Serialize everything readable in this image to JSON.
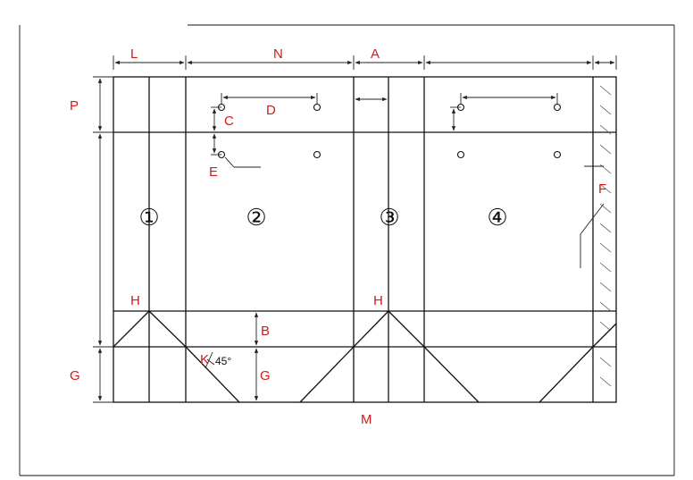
{
  "labels": {
    "L": "L",
    "N": "N",
    "A": "A",
    "P": "P",
    "D": "D",
    "C": "C",
    "E": "E",
    "F": "F",
    "H1": "H",
    "H2": "H",
    "B": "B",
    "K": "K",
    "G_left": "G",
    "G_inner": "G",
    "M": "M"
  },
  "panels": [
    "①",
    "②",
    "③",
    "④"
  ],
  "angle": "45°",
  "colors": {
    "label": "#d21a1a",
    "line": "#111111",
    "background": "#ffffff"
  }
}
